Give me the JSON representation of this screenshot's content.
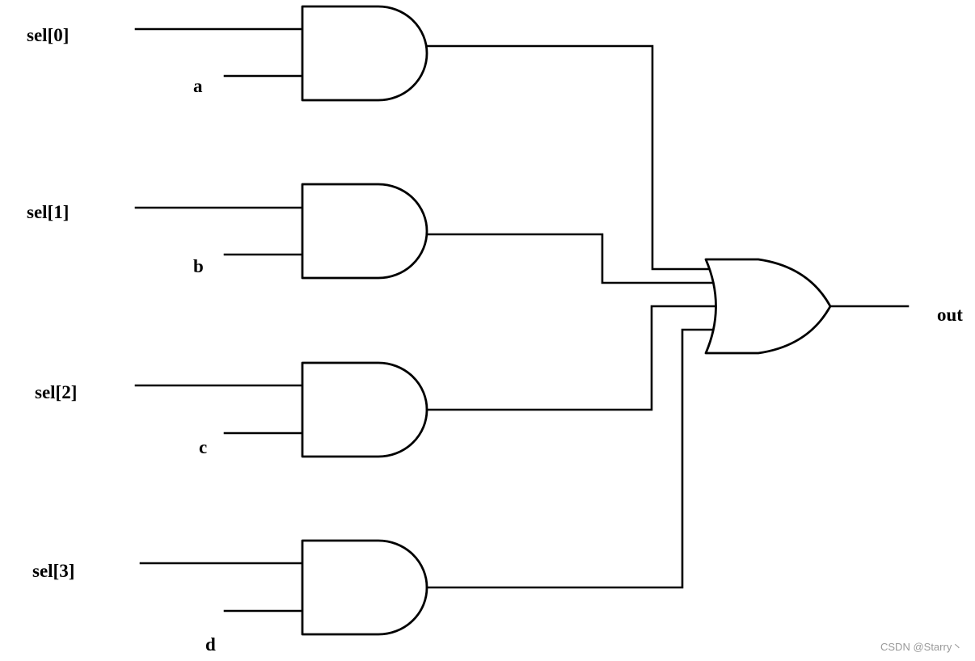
{
  "inputs": {
    "sel0": "sel[0]",
    "a": "a",
    "sel1": "sel[1]",
    "b": "b",
    "sel2": "sel[2]",
    "c": "c",
    "sel3": "sel[3]",
    "d": "d"
  },
  "output": "out",
  "gates": {
    "and_count": 4,
    "or_count": 1
  },
  "watermark": "CSDN @Starry丶"
}
